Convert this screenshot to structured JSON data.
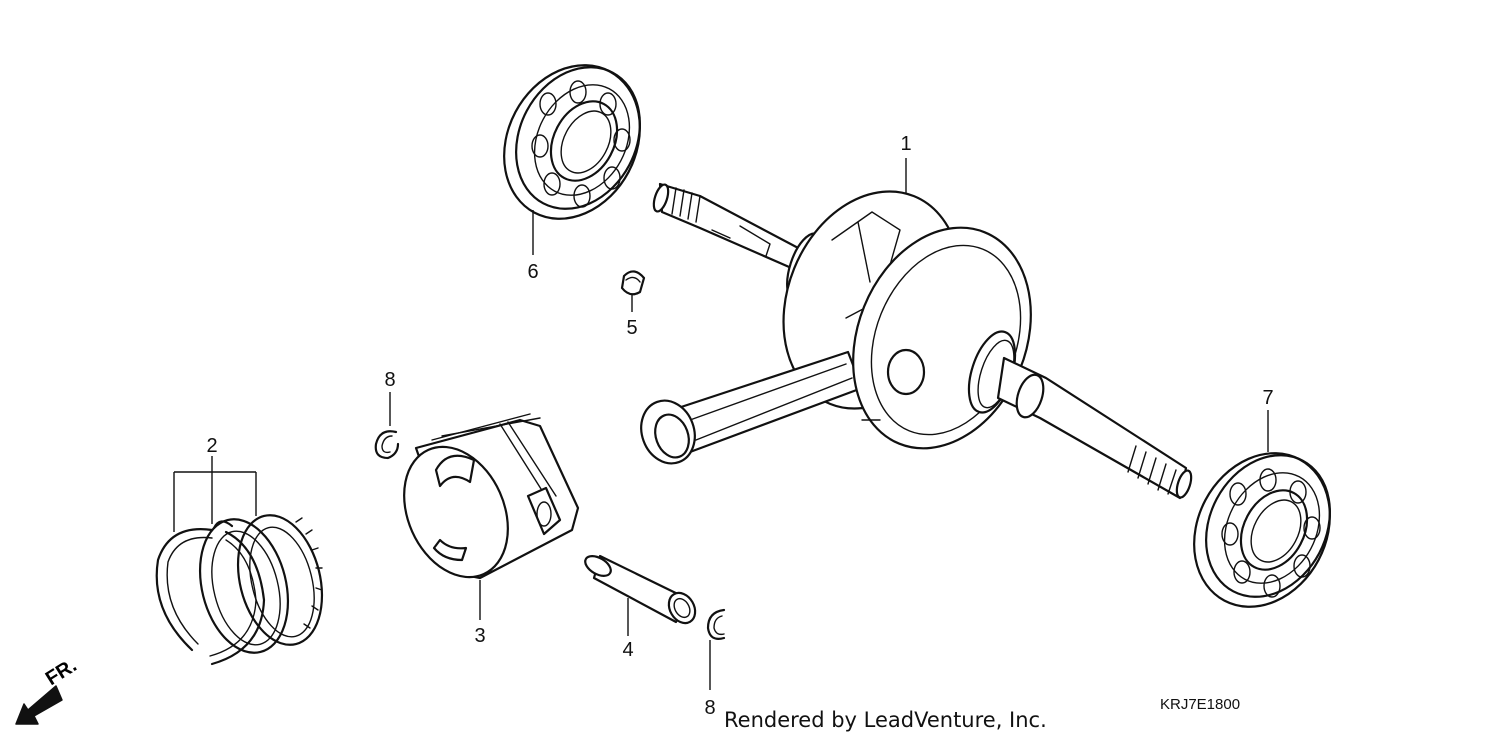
{
  "callouts": {
    "c1": "1",
    "c2": "2",
    "c3": "3",
    "c4": "4",
    "c5": "5",
    "c6": "6",
    "c7": "7",
    "c8a": "8",
    "c8b": "8"
  },
  "front_indicator": "FR.",
  "diagram_code": "KRJ7E1800",
  "credit": "Rendered by LeadVenture, Inc.",
  "icons": {
    "front_arrow": "arrow-down-left-icon"
  }
}
